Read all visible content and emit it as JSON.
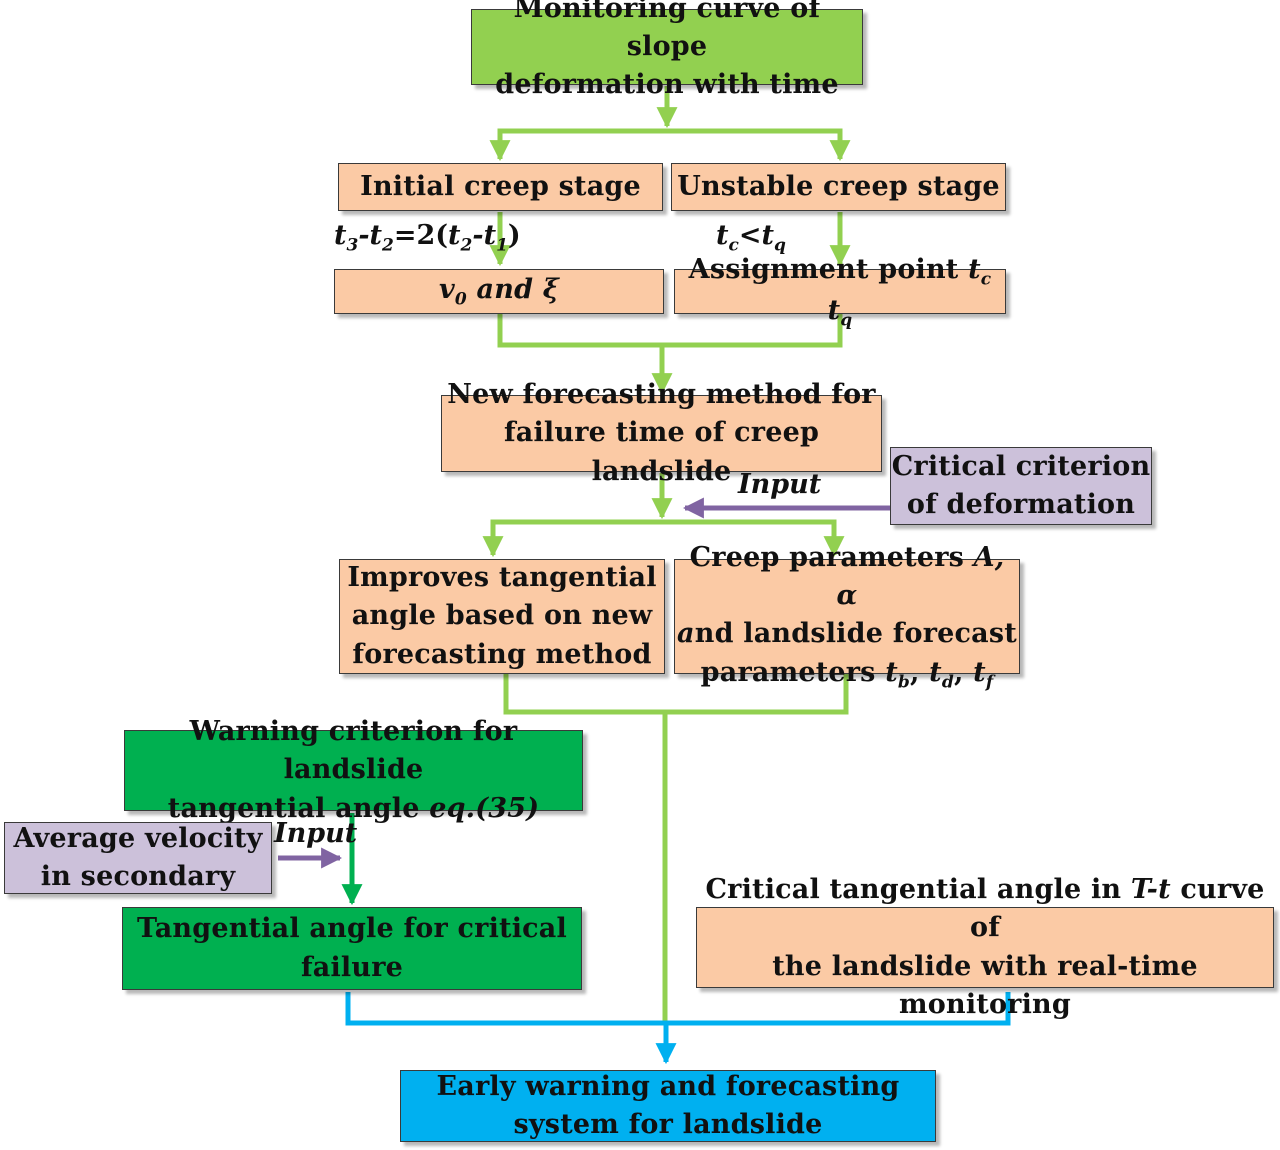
{
  "colors": {
    "arrow_green": "#92d050",
    "arrow_purple": "#8064a2",
    "arrow_dark_green": "#00b050",
    "arrow_blue": "#00b0f0",
    "box_peach": "#fbcaa5",
    "box_light_green": "#92d050",
    "box_dark_green": "#00b050",
    "box_purple": "#ccc1da",
    "box_blue": "#00b0f0"
  },
  "nodes": {
    "monitoring": [
      "Monitoring curve of slope",
      "deformation with time"
    ],
    "initial_creep": "Initial creep stage",
    "unstable_creep": "Unstable creep stage",
    "v0_xi": {
      "v": "v",
      "sub": "0",
      "rest": " and  ξ"
    },
    "assignment": {
      "text": "Assignment point ",
      "t1": "t",
      "s1": "c",
      "t2": "t",
      "s2": "q"
    },
    "new_method": [
      "New forecasting method for",
      "failure time of creep landslide"
    ],
    "critical_def": [
      "Critical criterion",
      "of deformation"
    ],
    "improves": [
      "Improves tangential",
      "angle based on new",
      "forecasting method"
    ],
    "creep_params": {
      "l1_a": "Creep parameters ",
      "l1_b": "A, α",
      "l2_a": "a",
      "l2_b": "nd landslide forecast",
      "l3_a": "parameters ",
      "tb": "t",
      "tb_s": "b",
      "td": "t",
      "td_s": "d",
      "tf": "t",
      "tf_s": "f"
    },
    "warning": {
      "l1": "Warning criterion for landslide",
      "l2_a": "tangential angle ",
      "l2_b": "eq.(35)"
    },
    "avg_velocity": [
      "Average velocity",
      "in secondary"
    ],
    "tangential_critical": [
      "Tangential angle for critical",
      "failure"
    ],
    "critical_tangential": {
      "l1_a": "Critical tangential angle  in ",
      "l1_b": "T-t",
      "l1_c": " curve of",
      "l2": "the landslide with real-time monitoring"
    },
    "early_warning": [
      "Early  warning and forecasting",
      "system for landslide"
    ]
  },
  "labels": {
    "eq_t": {
      "a": "t",
      "as": "3",
      "b": "-t",
      "bs": "2",
      "c": "=2(",
      "d": "t",
      "ds": "2",
      "e": "-t",
      "es": "1",
      "f": ")"
    },
    "tc_tq": {
      "a": "t",
      "as": "c",
      "lt": "<",
      "b": "t",
      "bs": "q"
    },
    "input_1": "Input",
    "input_2": "Input"
  }
}
